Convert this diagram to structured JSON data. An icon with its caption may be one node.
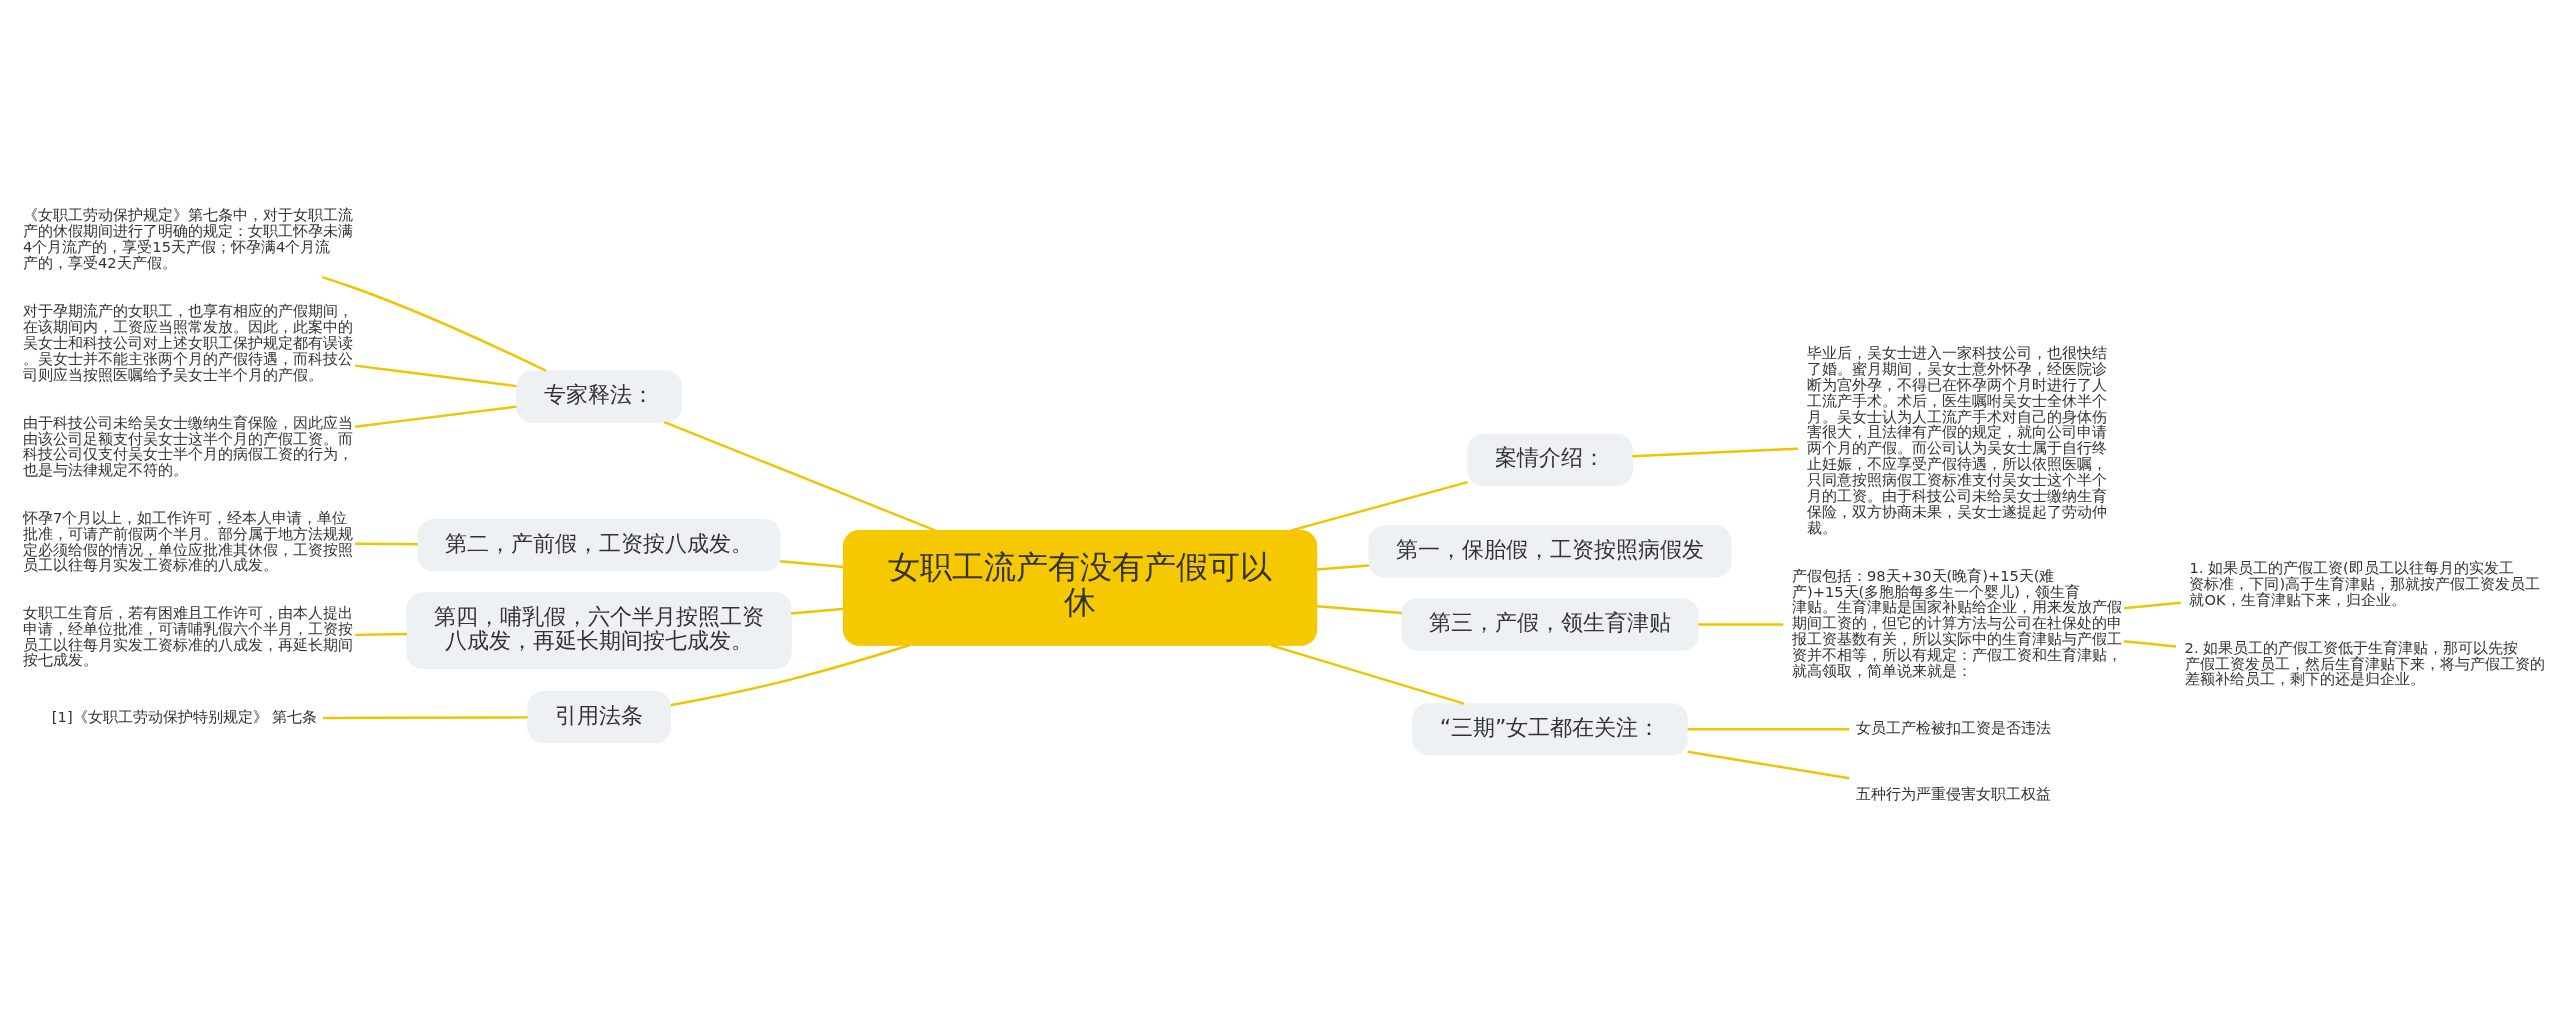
{
  "diagram": {
    "nodes": [
      {
        "text": [
          "女职工流产有没有产假可以休"
        ]
      },
      {
        "text": [
          "案情介绍："
        ]
      },
      {
        "text": [
          "毕业后，吴女士进入一家科技公司，也很快结了婚。蜜月期间，吴女士意外怀孕，经医院诊断为宫外孕，不得已在怀孕两个月时进行了人工流产手术。术后，医生嘱咐吴女士全休半个月。吴女士认为人工流产手术对自己的身体伤害很大，且法律有产假的规定，就向公司申请两个月的产假。而公司认为吴女士属于自行终止妊娠，不应享受产假待遇，所以依照医嘱，只同意按照病假工资标准支付吴女士这个半个月的工资。由于科技公司未给吴女士缴纳生育保险，双方协商未果，吴女士遂提起了劳动仲裁。"
        ]
      },
      {
        "text": [
          "第一，保胎假，工资按照病假发"
        ]
      },
      {
        "text": [
          "第三，产假，领生育津贴"
        ]
      },
      {
        "text": [
          "产假包括：98天+30天(晚育)+15天(难产)+15天(多胞胎每多生一个婴儿)，领生育津贴。生育津贴是国家补贴给企业，用来发放产假期间工资的，但它的计算方法与公司在社保处的申报工资基数有关，所以实际中的生育津贴与产假工资并不相等，所以有规定：产假工资和生育津贴，就高领取，简单说来就是："
        ]
      },
      {
        "text": [
          "1. 如果员工的产假工资(即员工以往每月的实发工资标准，下同)高于生育津贴，那就按产假工资发员工就OK，生育津贴下来，归企业。"
        ]
      },
      {
        "text": [
          "2. 如果员工的产假工资低于生育津贴，那可以先按产假工资发员工，然后生育津贴下来，将与产假工资的差额补给员工，剩下的还是归企业。"
        ]
      },
      {
        "text": [
          "“三期”女工都在关注："
        ]
      },
      {
        "text": [
          "女员工产检被扣工资是否违法"
        ]
      },
      {
        "text": [
          "五种行为严重侵害女职工权益"
        ]
      },
      {
        "text": [
          "专家释法："
        ]
      },
      {
        "text": [
          "《女职工劳动保护规定》第七条中，对于女职工流产的休假期间进行了明确的规定：女职工怀孕未满4个月流产的，享受15天产假；怀孕满4个月流产的，享受42天产假。"
        ]
      },
      {
        "text": [
          "对于孕期流产的女职工，也享有相应的产假期间，在该期间内，工资应当照常发放。因此，此案中的吴女士和科技公司对上述女职工保护规定都有误读。吴女士并不能主张两个月的产假待遇，而科技公司则应当按照医嘱给予吴女士半个月的产假。"
        ]
      },
      {
        "text": [
          "由于科技公司未给吴女士缴纳生育保险，因此应当由该公司足额支付吴女士这半个月的产假工资。而科技公司仅支付吴女士半个月的病假工资的行为，也是与法律规定不符的。"
        ]
      },
      {
        "text": [
          "第二，产前假，工资按八成发。"
        ]
      },
      {
        "text": [
          "怀孕7个月以上，如工作许可，经本人申请，单位批准，可请产前假两个半月。部分属于地方法规规定必须给假的情况，单位应批准其休假，工资按照员工以往每月实发工资标准的八成发。"
        ]
      },
      {
        "text": [
          "第四，哺乳假，六个半月按照工资八成发，再延长期间按七成发。"
        ]
      },
      {
        "text": [
          "女职工生育后，若有困难且工作许可，由本人提出申请，经单位批准，可请哺乳假六个半月，工资按员工以往每月实发工资标准的八成发，再延长期间按七成发。"
        ]
      },
      {
        "text": [
          "引用法条"
        ]
      },
      {
        "text": [
          "[1]《女职工劳动保护特别规定》 第七条"
        ]
      }
    ],
    "edges": [
      {
        "from": 0,
        "to": 1,
        "arrow": "none"
      },
      {
        "from": 1,
        "to": 2,
        "arrow": "none"
      },
      {
        "from": 0,
        "to": 3,
        "arrow": "none"
      },
      {
        "from": 0,
        "to": 4,
        "arrow": "none"
      },
      {
        "from": 4,
        "to": 5,
        "arrow": "none"
      },
      {
        "from": 5,
        "to": 6,
        "arrow": "none"
      },
      {
        "from": 5,
        "to": 7,
        "arrow": "none"
      },
      {
        "from": 0,
        "to": 8,
        "arrow": "none"
      },
      {
        "from": 8,
        "to": 9,
        "arrow": "none"
      },
      {
        "from": 8,
        "to": 10,
        "arrow": "none"
      },
      {
        "from": 0,
        "to": 11,
        "arrow": "none"
      },
      {
        "from": 11,
        "to": 12,
        "arrow": "none"
      },
      {
        "from": 11,
        "to": 13,
        "arrow": "none"
      },
      {
        "from": 11,
        "to": 14,
        "arrow": "none"
      },
      {
        "from": 0,
        "to": 15,
        "arrow": "none"
      },
      {
        "from": 15,
        "to": 16,
        "arrow": "none"
      },
      {
        "from": 0,
        "to": 17,
        "arrow": "none"
      },
      {
        "from": 17,
        "to": 18,
        "arrow": "none"
      },
      {
        "from": 0,
        "to": 19,
        "arrow": "none"
      },
      {
        "from": 19,
        "to": 20,
        "arrow": "none"
      }
    ]
  }
}
